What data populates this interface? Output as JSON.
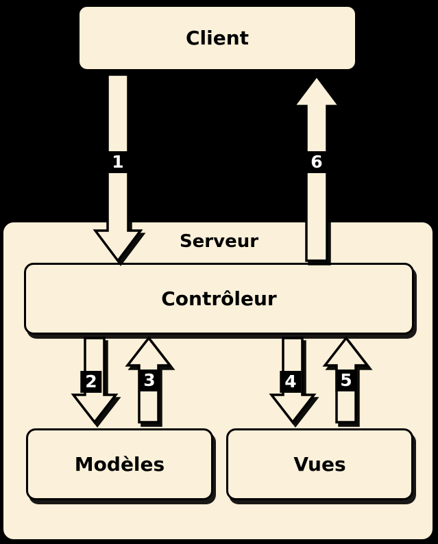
{
  "diagram": {
    "nodes": {
      "client": {
        "label": "Client"
      },
      "server": {
        "label": "Serveur"
      },
      "controller": {
        "label": "Contrôleur"
      },
      "models": {
        "label": "Modèles"
      },
      "views": {
        "label": "Vues"
      }
    },
    "arrows": [
      {
        "label": "1",
        "direction": "down",
        "from": "Client",
        "to": "Contrôleur"
      },
      {
        "label": "2",
        "direction": "down",
        "from": "Contrôleur",
        "to": "Modèles"
      },
      {
        "label": "3",
        "direction": "up",
        "from": "Modèles",
        "to": "Contrôleur"
      },
      {
        "label": "4",
        "direction": "down",
        "from": "Contrôleur",
        "to": "Vues"
      },
      {
        "label": "5",
        "direction": "up",
        "from": "Vues",
        "to": "Contrôleur"
      },
      {
        "label": "6",
        "direction": "up",
        "from": "Contrôleur",
        "to": "Client"
      }
    ],
    "colors": {
      "background": "#000000",
      "box_fill": "#FBF0D9",
      "outline": "#000000",
      "label_text": "#FFFFFF"
    }
  }
}
